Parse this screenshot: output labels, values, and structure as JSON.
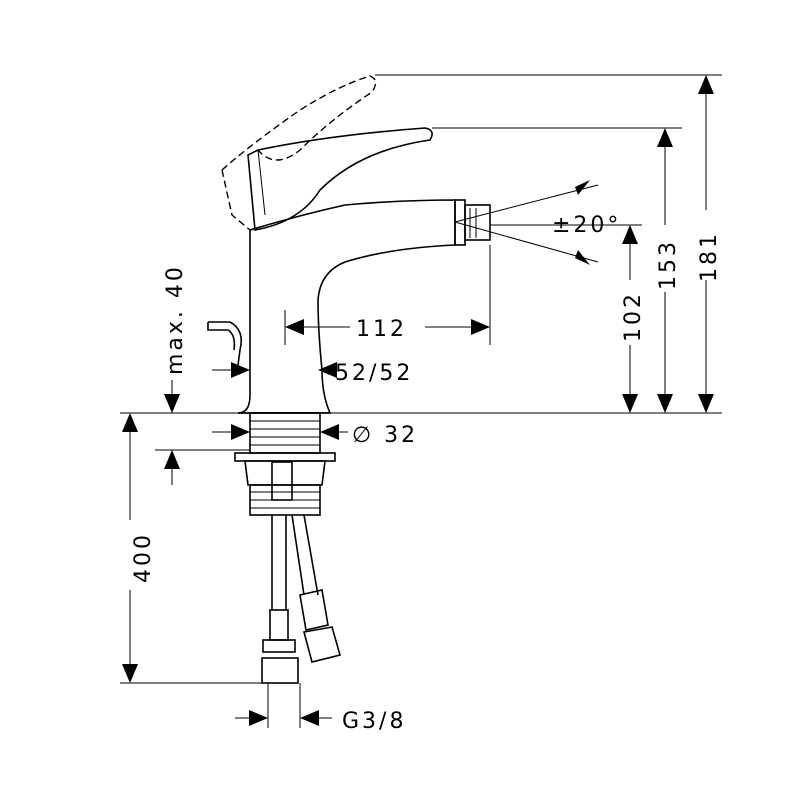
{
  "dimensions": {
    "total_height": "181",
    "lever_height": "153",
    "spout_height": "102",
    "spout_angle": "±20°",
    "spout_reach": "112",
    "body_width": "52/52",
    "max_thickness": "max. 40",
    "hole_diameter": "∅ 32",
    "hose_length": "400",
    "thread": "G3/8"
  }
}
